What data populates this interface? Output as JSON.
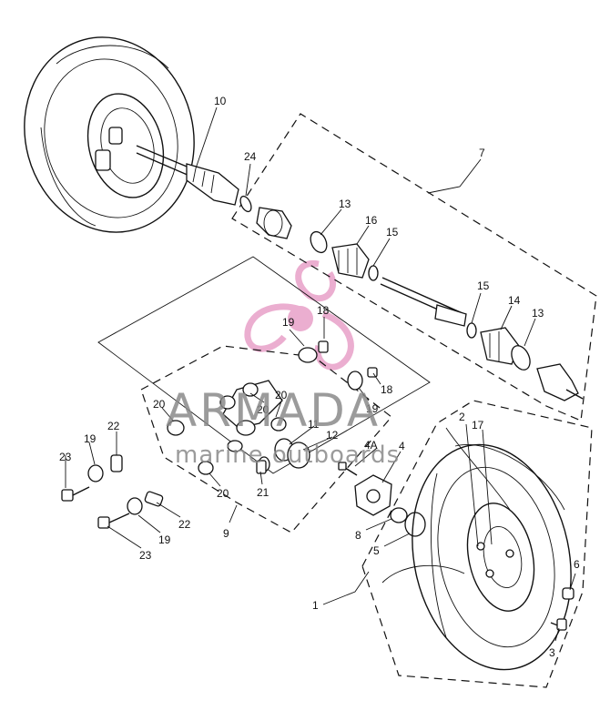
{
  "diagram": {
    "callouts": {
      "c1": "1",
      "c2": "2",
      "c3": "3",
      "c4": "4",
      "c4a": "4A",
      "c5": "5",
      "c6": "6",
      "c7": "7",
      "c8": "8",
      "c9": "9",
      "c10": "10",
      "c11": "11",
      "c12": "12",
      "c13a": "13",
      "c13b": "13",
      "c14": "14",
      "c15a": "15",
      "c15b": "15",
      "c16": "16",
      "c17": "17",
      "c18a": "18",
      "c18b": "18",
      "c19a": "19",
      "c19b": "19",
      "c19c": "19",
      "c19d": "19",
      "c20a": "20",
      "c20b": "20",
      "c20c": "20",
      "c20d": "20",
      "c21": "21",
      "c22a": "22",
      "c22b": "22",
      "c23a": "23",
      "c23b": "23",
      "c24": "24"
    }
  },
  "watermark": {
    "brand": "ARMADA",
    "tagline": "marine outboards",
    "logo_color": "#e8a0c8",
    "text_color": "#8a8a8a"
  }
}
